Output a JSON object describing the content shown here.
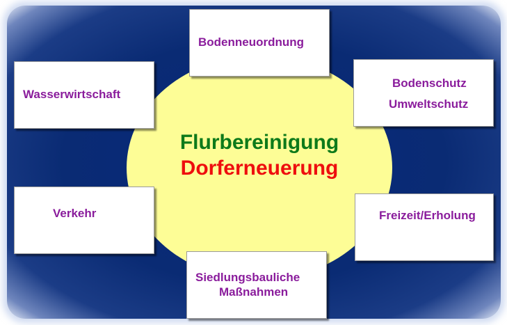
{
  "center": {
    "line1": "Flurbereinigung",
    "line2": "Dorferneuerung",
    "line1_color": "#0d7a1a",
    "line2_color": "#ee0e0e",
    "circle_color": "#fdfd96"
  },
  "boxes": {
    "bodenneuordnung": "Bodenneuordnung",
    "bodenschutz": "Bodenschutz",
    "umweltschutz": "Umweltschutz",
    "wasserwirtschaft": "Wasserwirtschaft",
    "verkehr": "Verkehr",
    "freizeit": "Freizeit/Erholung",
    "siedlung_1": "Siedlungsbauliche",
    "siedlung_2": "Maßnahmen"
  },
  "colors": {
    "background": "#0a2b74",
    "label": "#8a1c9c"
  }
}
